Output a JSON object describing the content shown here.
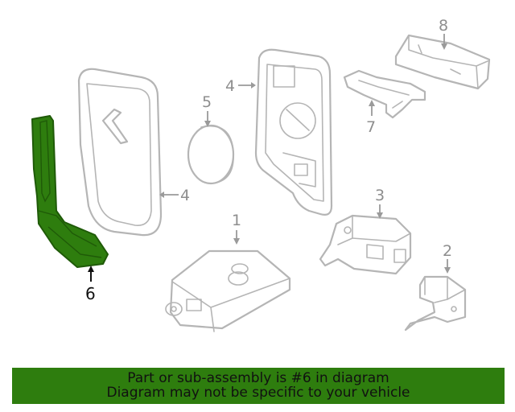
{
  "callouts": {
    "c1": "1",
    "c2": "2",
    "c3": "3",
    "c4a": "4",
    "c4b": "4",
    "c5": "5",
    "c6": "6",
    "c7": "7",
    "c8": "8"
  },
  "highlight_color": "#2e7d0e",
  "banner": {
    "line1": "Part or sub-assembly is #6 in diagram",
    "line2": "Diagram may not be specific to your vehicle"
  }
}
